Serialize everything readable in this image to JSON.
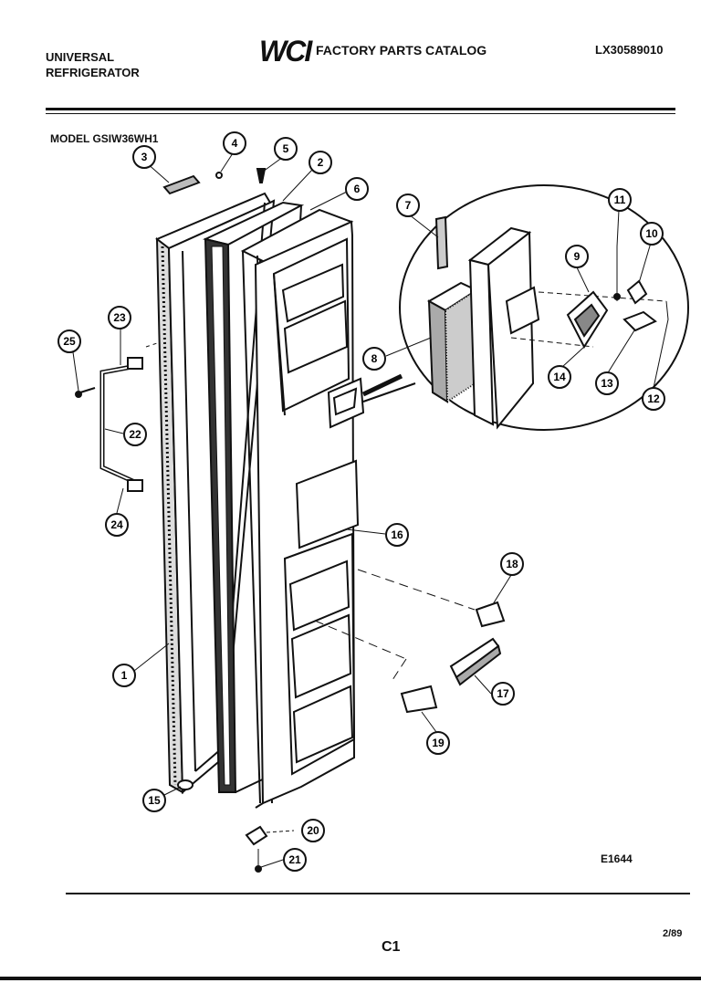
{
  "header": {
    "brand_line1": "UNIVERSAL",
    "brand_line2": "REFRIGERATOR",
    "logo": "WCI",
    "catalog_title": "FACTORY PARTS CATALOG",
    "part_number": "LX30589010",
    "model": "MODEL GSIW36WH1"
  },
  "footer": {
    "figure_code": "E1644",
    "page": "C1",
    "date": "2/89"
  },
  "callouts": [
    "1",
    "2",
    "3",
    "4",
    "5",
    "6",
    "7",
    "8",
    "9",
    "10",
    "11",
    "12",
    "13",
    "14",
    "15",
    "16",
    "17",
    "18",
    "19",
    "20",
    "21",
    "22",
    "23",
    "24",
    "25"
  ]
}
